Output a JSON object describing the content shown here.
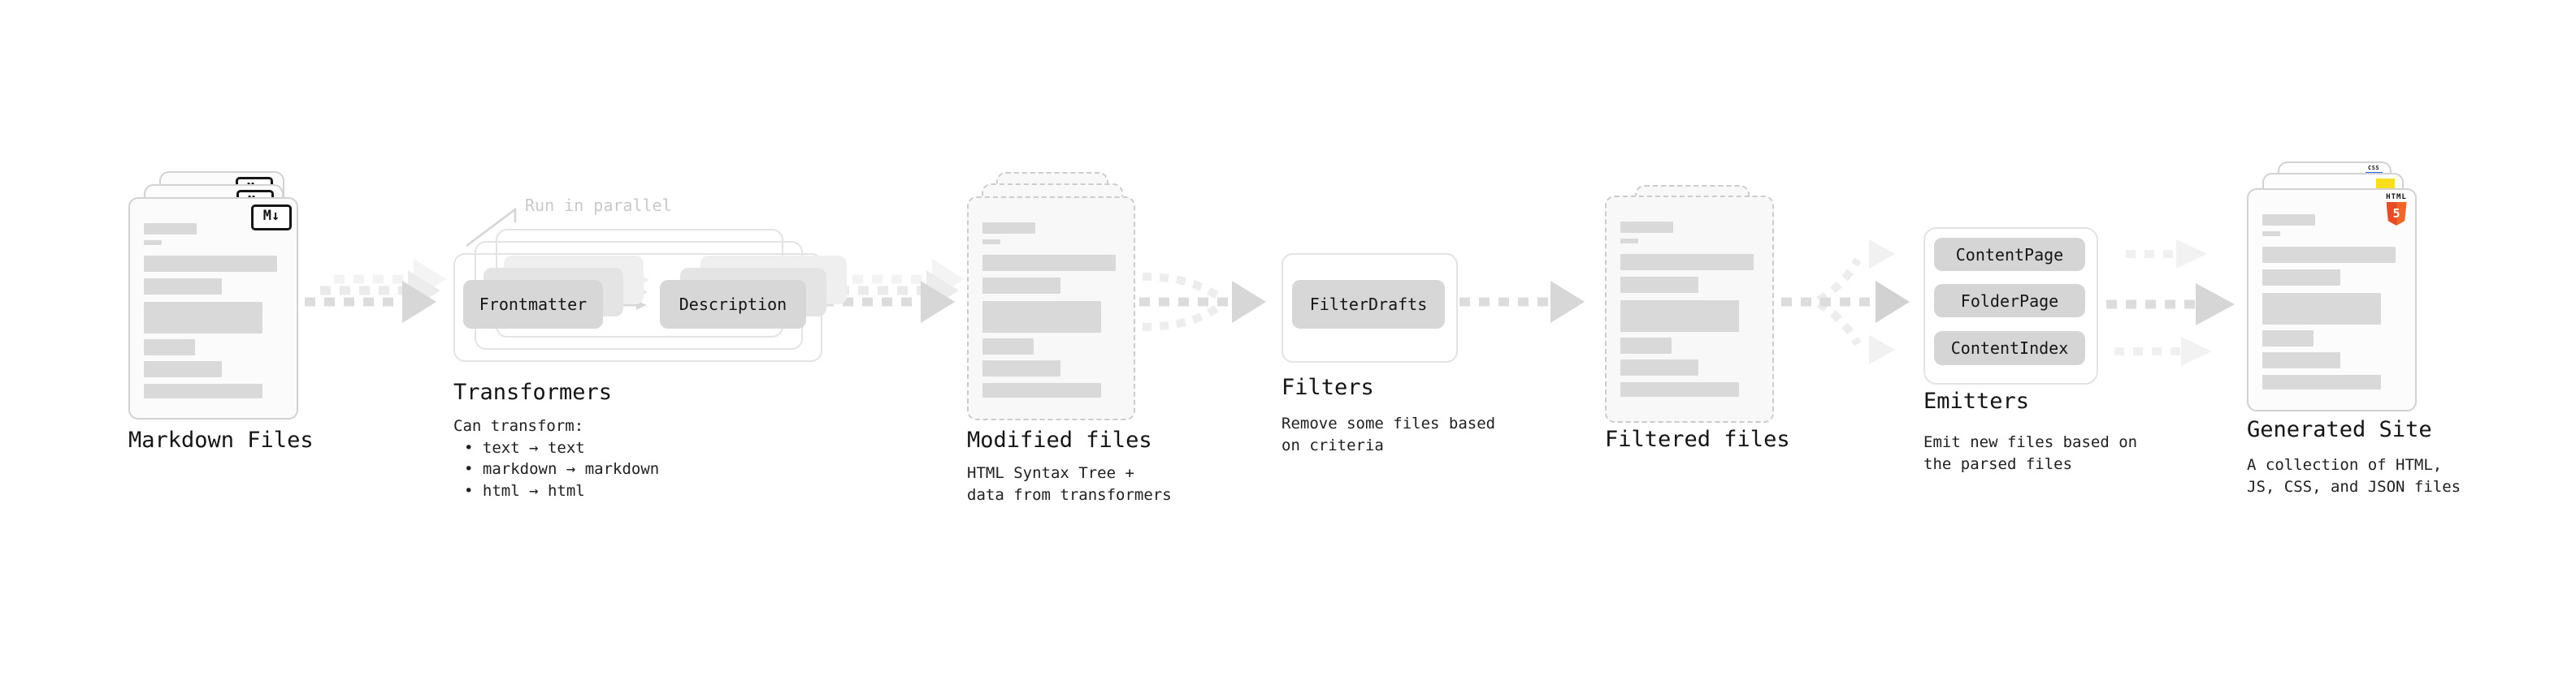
{
  "stages": {
    "markdown_files": {
      "title": "Markdown Files",
      "badge": "M↓"
    },
    "transformers": {
      "title": "Transformers",
      "annotation": "Run in parallel",
      "pills": [
        "Frontmatter",
        "Description"
      ],
      "description": [
        "Can transform:",
        "• text → text",
        "• markdown → markdown",
        "• html → html"
      ]
    },
    "modified_files": {
      "title": "Modified files",
      "description": [
        "HTML Syntax Tree +",
        "data from transformers"
      ]
    },
    "filters": {
      "title": "Filters",
      "pills": [
        "FilterDrafts"
      ],
      "description": [
        "Remove some files based",
        "on criteria"
      ]
    },
    "filtered_files": {
      "title": "Filtered files"
    },
    "emitters": {
      "title": "Emitters",
      "pills": [
        "ContentPage",
        "FolderPage",
        "ContentIndex"
      ],
      "description": [
        "Emit new files based on",
        "the parsed files"
      ]
    },
    "generated_site": {
      "title": "Generated Site",
      "description": [
        "A collection of HTML,",
        "JS, CSS, and JSON files"
      ],
      "badges": {
        "css": "CSS",
        "html_label": "HTML",
        "html_number": "5"
      }
    }
  },
  "colors": {
    "html5_orange": "#e44d26",
    "html5_orange_light": "#f16529",
    "js_yellow": "#f7df1e",
    "css_blue": "#2965f1",
    "arrow_gray": "#dcdcdc",
    "annotation_gray": "#c9c9c9",
    "text_dark": "#1b1b1b"
  }
}
